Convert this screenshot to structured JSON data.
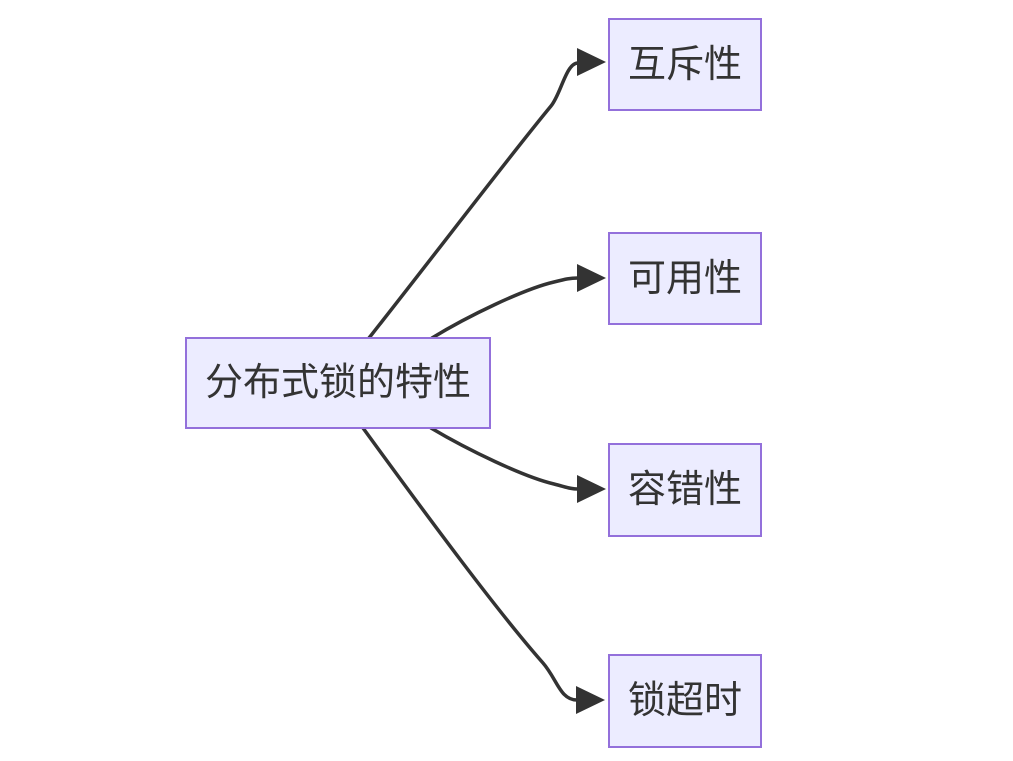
{
  "diagram": {
    "type": "flowchart",
    "direction": "LR",
    "colors": {
      "node_fill": "#ECECFF",
      "node_border": "#9370DB",
      "edge_stroke": "#333333",
      "text": "#333333",
      "background": "#FFFFFF"
    },
    "root": {
      "id": "root",
      "label": "分布式锁的特性"
    },
    "children": [
      {
        "id": "mutual-exclusivity",
        "label": "互斥性"
      },
      {
        "id": "availability",
        "label": "可用性"
      },
      {
        "id": "fault-tolerance",
        "label": "容错性"
      },
      {
        "id": "lock-timeout",
        "label": "锁超时"
      }
    ],
    "edges": [
      {
        "from": "分布式锁的特性",
        "to": "互斥性"
      },
      {
        "from": "分布式锁的特性",
        "to": "可用性"
      },
      {
        "from": "分布式锁的特性",
        "to": "容错性"
      },
      {
        "from": "分布式锁的特性",
        "to": "锁超时"
      }
    ]
  }
}
